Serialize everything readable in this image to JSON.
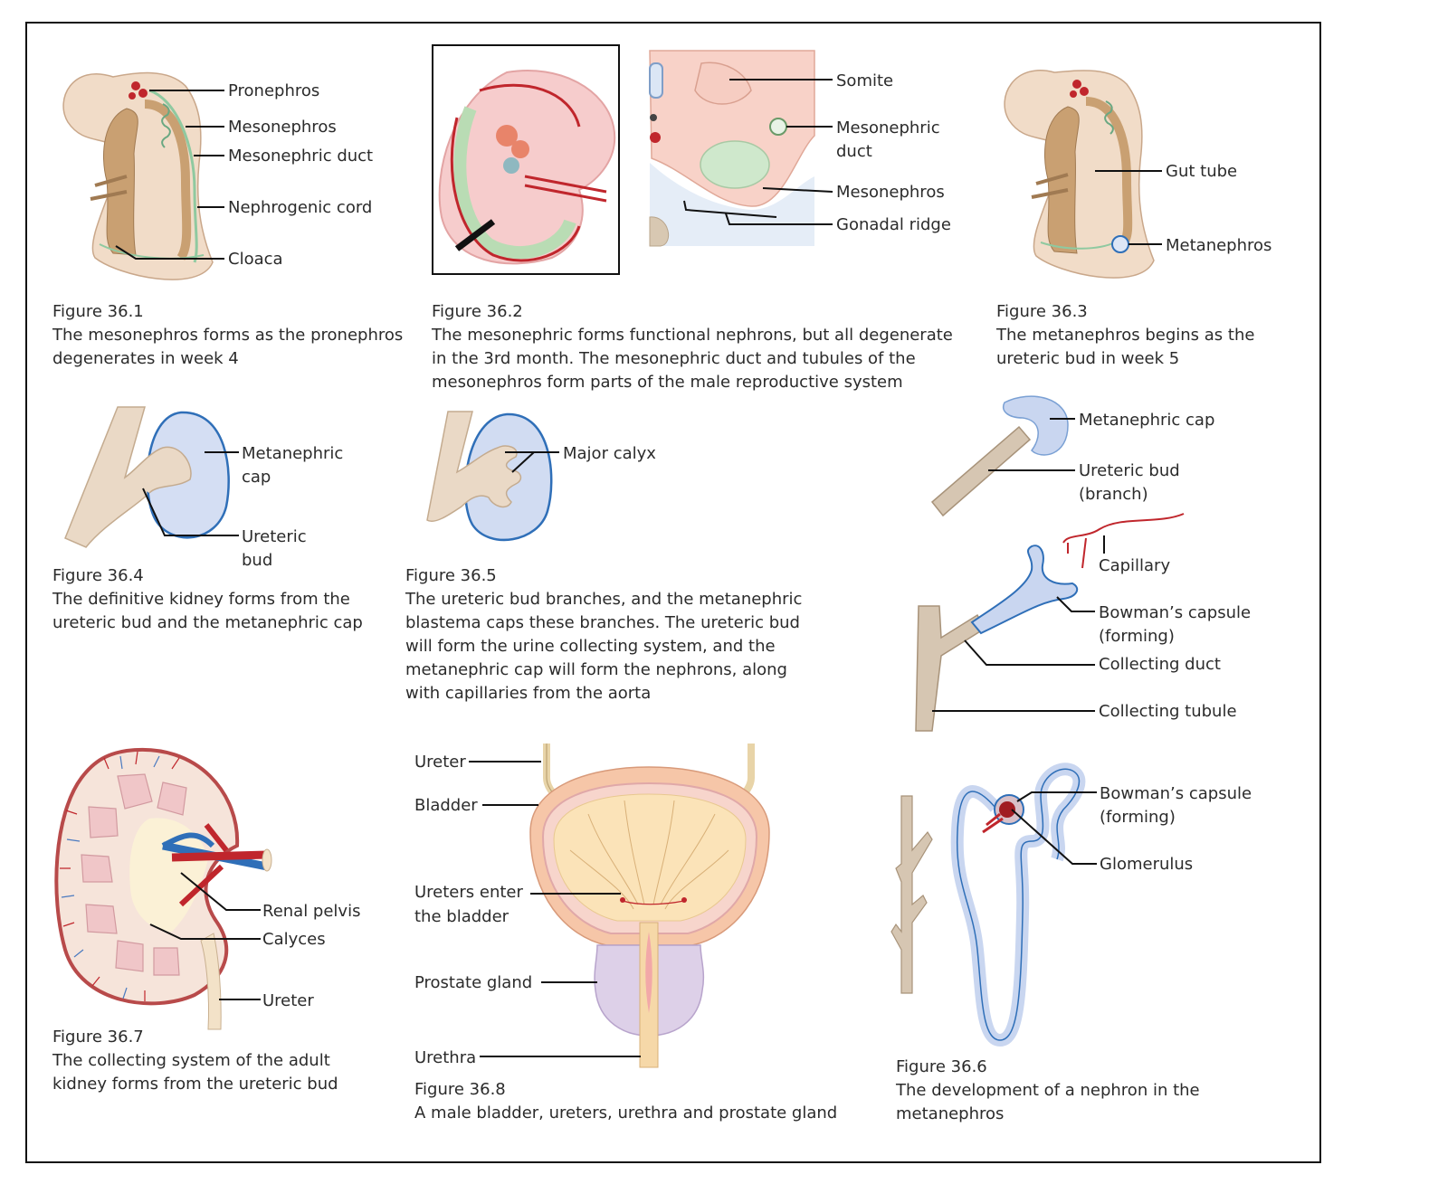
{
  "fig1": {
    "labels": [
      "Pronephros",
      "Mesonephros",
      "Mesonephric duct",
      "Nephrogenic cord",
      "Cloaca"
    ],
    "caption": [
      "Figure 36.1",
      "The mesonephros forms as the pronephros",
      "degenerates in week 4"
    ]
  },
  "fig2": {
    "labels": [
      "Somite",
      "Mesonephric",
      "duct",
      "Mesonephros",
      "Gonadal ridge"
    ],
    "caption": [
      "Figure 36.2",
      "The mesonephric forms functional nephrons, but all degenerate",
      "in the 3rd month. The mesonephric duct and tubules of the",
      "mesonephros form parts of the male reproductive system"
    ]
  },
  "fig3": {
    "labels": [
      "Gut tube",
      "Metanephros"
    ],
    "caption": [
      "Figure 36.3",
      "The metanephros begins as the",
      "ureteric bud in week 5"
    ]
  },
  "fig4": {
    "labels": [
      "Metanephric",
      "cap",
      "Ureteric",
      "bud"
    ],
    "caption": [
      "Figure 36.4",
      "The definitive kidney forms from the",
      "ureteric bud and the metanephric cap"
    ]
  },
  "fig5": {
    "labels": [
      "Major calyx"
    ],
    "caption": [
      "Figure 36.5",
      "The ureteric bud branches, and the metanephric",
      "blastema caps these branches. The ureteric bud",
      "will form the urine collecting system, and the",
      "metanephric cap will form the nephrons, along",
      "with capillaries from the aorta"
    ]
  },
  "fig6": {
    "labels_top": [
      "Metanephric cap",
      "Ureteric bud",
      "(branch)"
    ],
    "labels_mid": [
      "Capillary",
      "Bowman’s capsule",
      "(forming)",
      "Collecting duct",
      "Collecting tubule"
    ],
    "labels_bottom": [
      "Bowman’s capsule",
      "(forming)",
      "Glomerulus"
    ],
    "caption": [
      "Figure 36.6",
      "The development of a nephron in the",
      "metanephros"
    ]
  },
  "fig7": {
    "labels": [
      "Renal pelvis",
      "Calyces",
      "Ureter"
    ],
    "caption": [
      "Figure 36.7",
      "The collecting system of the adult",
      "kidney forms from the ureteric bud"
    ]
  },
  "fig8": {
    "labels": [
      "Ureter",
      "Bladder",
      "Ureters enter",
      "the bladder",
      "Prostate gland",
      "Urethra"
    ],
    "caption": [
      "Figure 36.8",
      "A male bladder, ureters, urethra and prostate gland"
    ]
  },
  "colors": {
    "embryo": "#f2d9c4",
    "mesoderm": "#c9a072",
    "nephric": "#8fc9a0",
    "artery": "#c0262c",
    "cap": "#c9d6f0",
    "cap_border": "#2f6fb8",
    "duct": "#e3d2bf",
    "kidney_pink": "#f0c6c8"
  }
}
